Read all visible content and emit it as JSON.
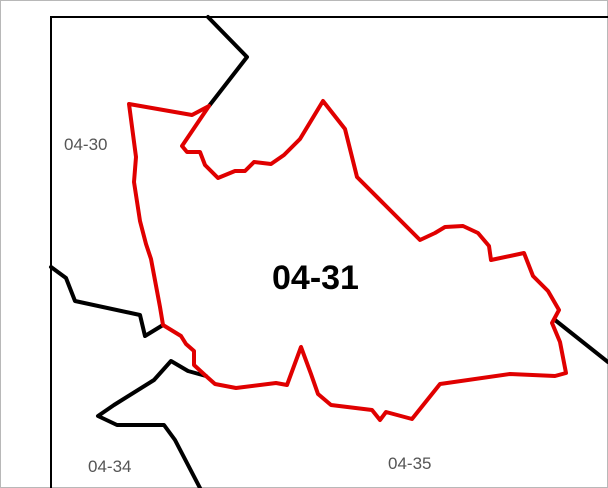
{
  "map": {
    "focus_district": {
      "label": "04-31",
      "outline_color": "#e00000"
    },
    "neighbor_districts": [
      {
        "label": "04-30"
      },
      {
        "label": "04-34"
      },
      {
        "label": "04-35"
      }
    ],
    "boundary_color": "#000000",
    "frame_color": "#000000"
  }
}
